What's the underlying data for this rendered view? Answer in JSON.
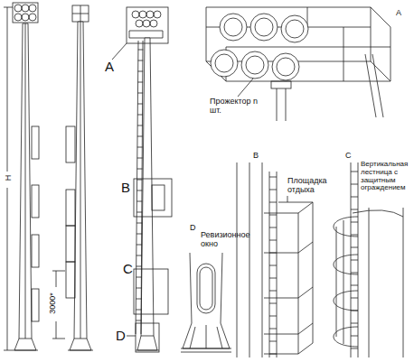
{
  "diagram": {
    "labels": [
      "H",
      "3000*",
      "A",
      "B",
      "C",
      "D",
      "A",
      "Прожектор n шт.",
      "B",
      "Площадка отдыха",
      "C",
      "Вертикальная лестница с защитным ограждением",
      "D",
      "Ревизионное окно"
    ]
  }
}
